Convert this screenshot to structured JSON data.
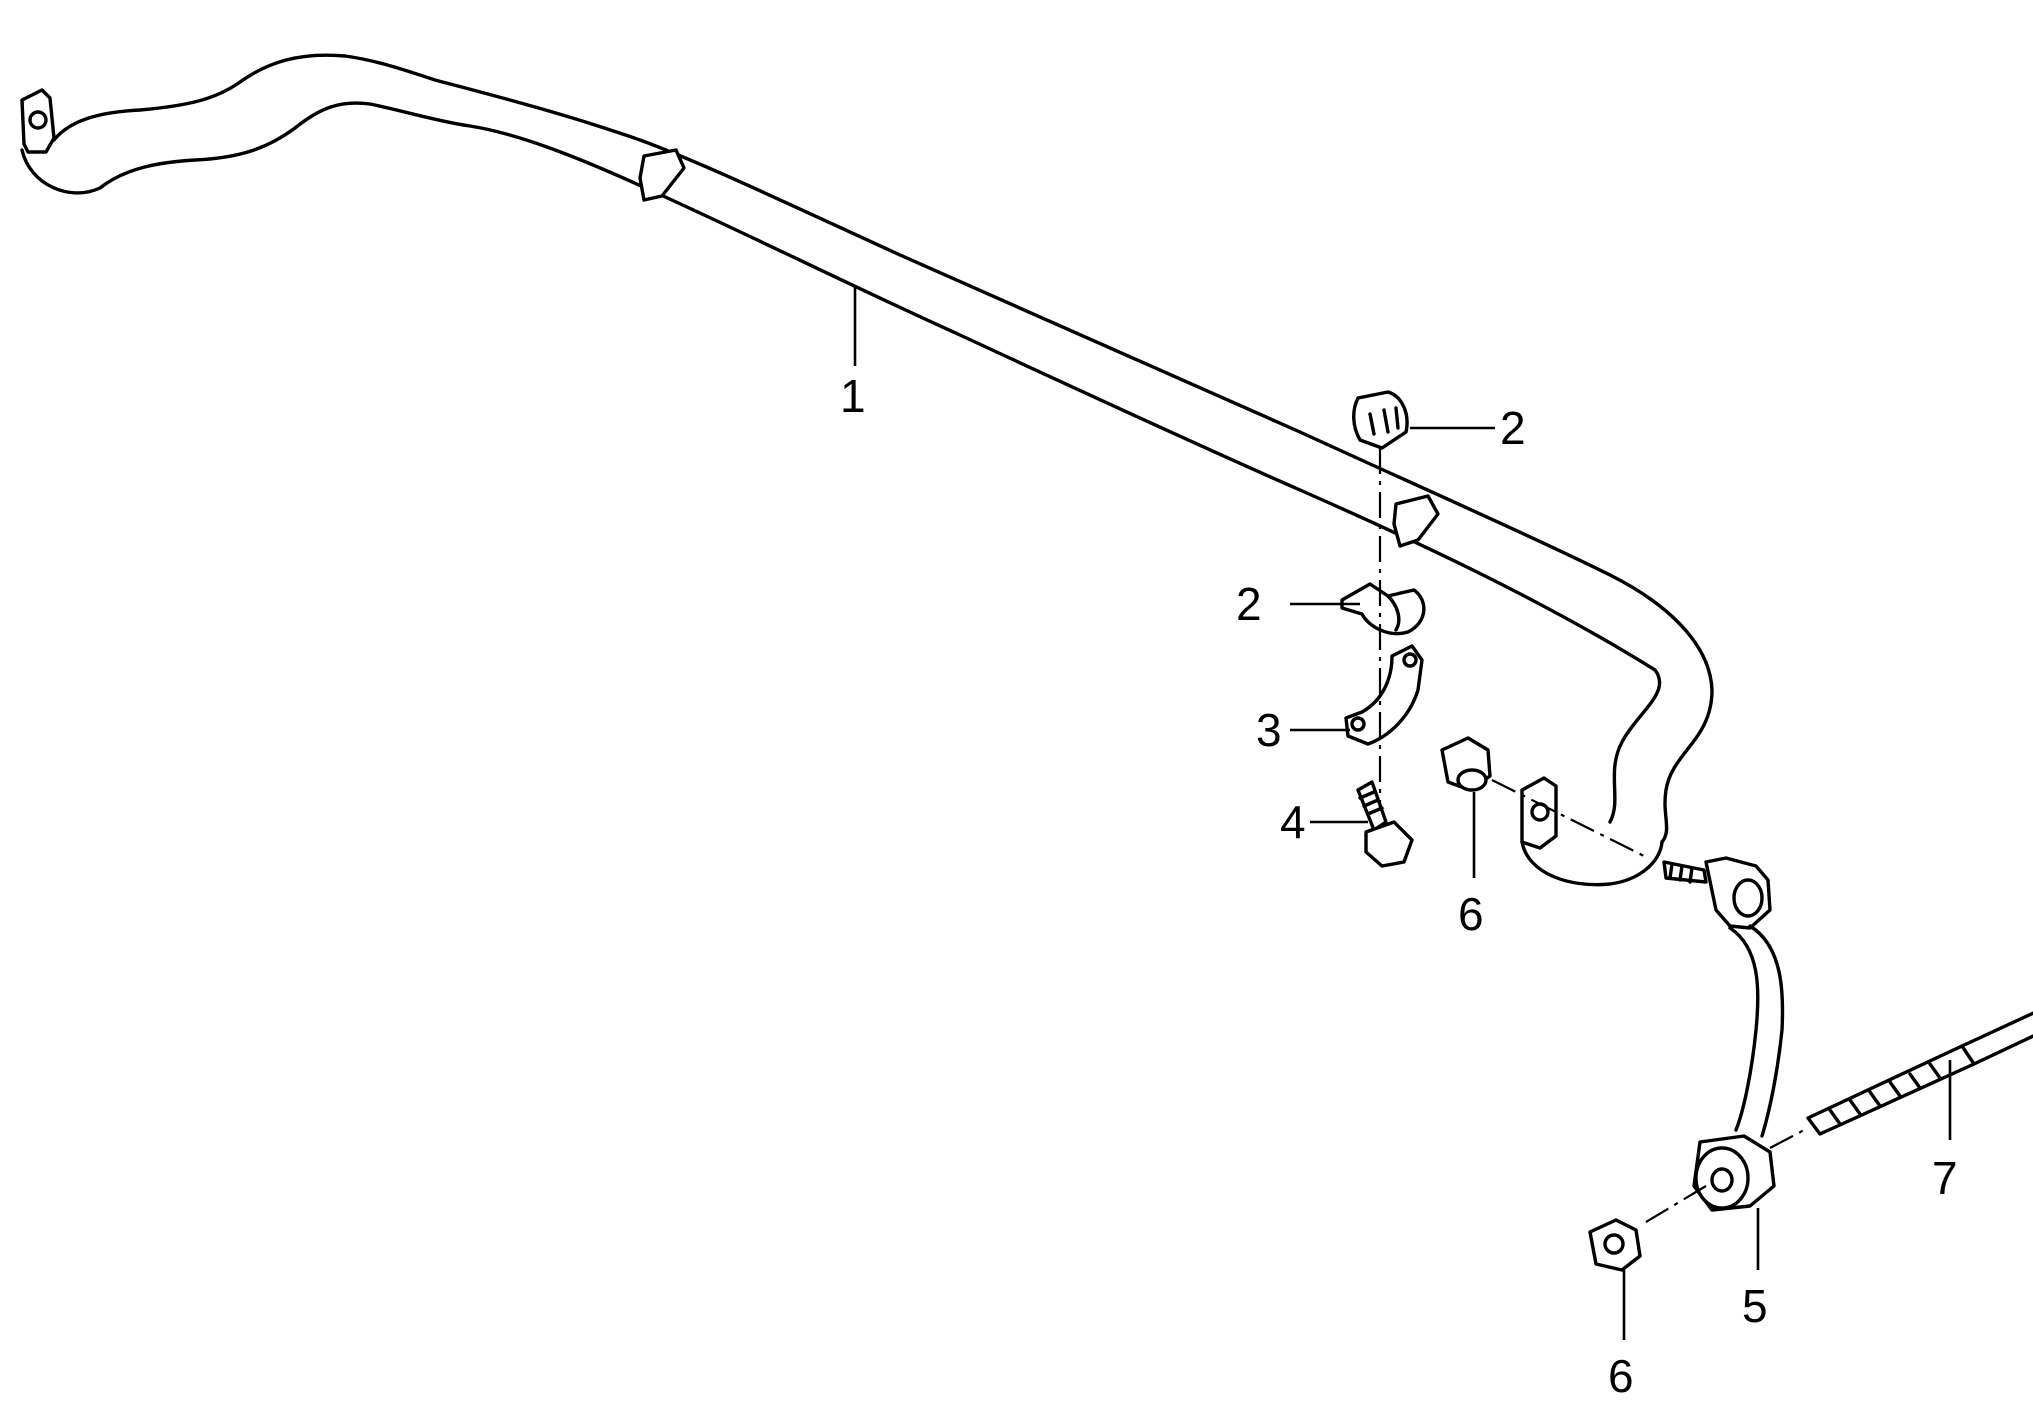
{
  "diagram": {
    "callouts": [
      {
        "id": "c1",
        "label": "1"
      },
      {
        "id": "c2a",
        "label": "2"
      },
      {
        "id": "c2b",
        "label": "2"
      },
      {
        "id": "c3",
        "label": "3"
      },
      {
        "id": "c4",
        "label": "4"
      },
      {
        "id": "c6a",
        "label": "6"
      },
      {
        "id": "c7",
        "label": "7"
      },
      {
        "id": "c5",
        "label": "5"
      },
      {
        "id": "c6b",
        "label": "6"
      }
    ]
  }
}
